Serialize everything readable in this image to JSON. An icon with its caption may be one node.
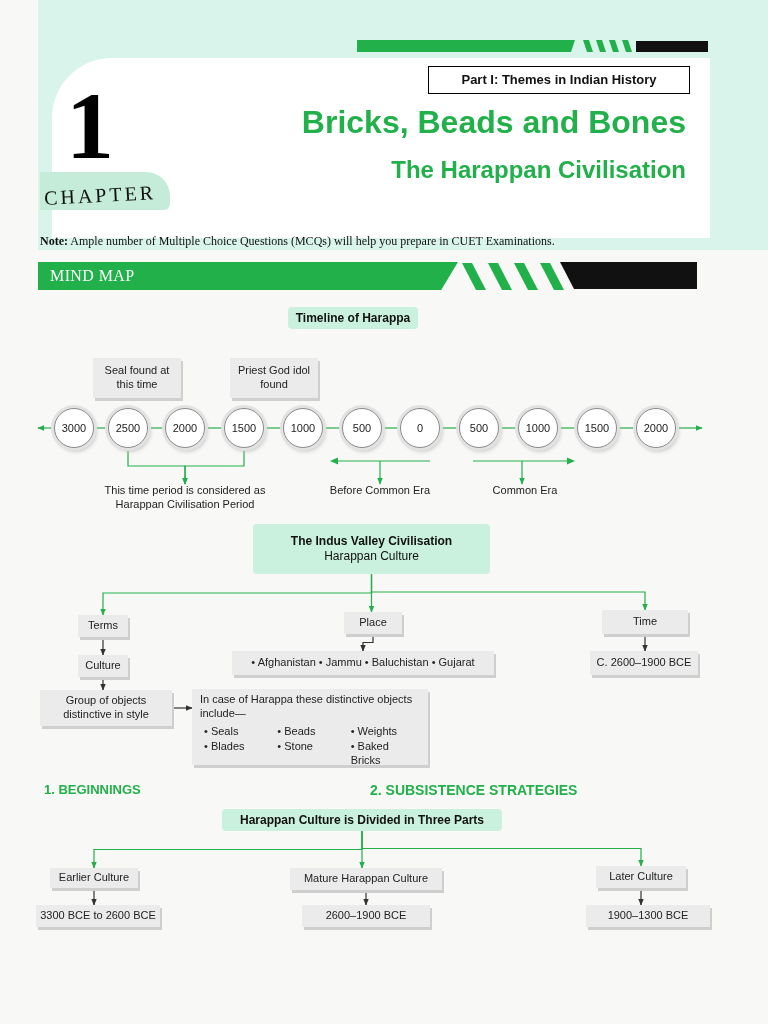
{
  "diagram": {
    "title": "Bricks, Beads and Bones",
    "nodes": [
      {
        "text": [
          "Part I: Themes in Indian History"
        ]
      },
      {
        "text": [
          "MIND MAP"
        ]
      },
      {
        "text": [
          "Timeline of Harappa"
        ]
      },
      {
        "text": [
          "Seal found at this time"
        ]
      },
      {
        "text": [
          "Priest God idol found"
        ]
      },
      {
        "text": [
          "3000"
        ]
      },
      {
        "text": [
          "2500"
        ]
      },
      {
        "text": [
          "2000"
        ]
      },
      {
        "text": [
          "1500"
        ]
      },
      {
        "text": [
          "1000"
        ]
      },
      {
        "text": [
          "500"
        ]
      },
      {
        "text": [
          "0"
        ]
      },
      {
        "text": [
          "500"
        ]
      },
      {
        "text": [
          "1000"
        ]
      },
      {
        "text": [
          "1500"
        ]
      },
      {
        "text": [
          "2000"
        ]
      },
      {
        "text": [
          "This time period is considered as Harappan Civilisation Period"
        ]
      },
      {
        "text": [
          "Before Common Era"
        ]
      },
      {
        "text": [
          "Common Era"
        ]
      },
      {
        "text": [
          "The Indus Valley Civilisation",
          "Harappan Culture"
        ]
      },
      {
        "text": [
          "Terms"
        ]
      },
      {
        "text": [
          "Place"
        ]
      },
      {
        "text": [
          "Time"
        ]
      },
      {
        "text": [
          "Culture"
        ]
      },
      {
        "text": [
          "• Afghanistan • Jammu • Baluchistan • Gujarat"
        ]
      },
      {
        "text": [
          "C. 2600–1900 BCE"
        ]
      },
      {
        "text": [
          "Group of objects distinctive in style"
        ]
      },
      {
        "text": [
          "In case of Harappa these distinctive objects include—",
          "• Seals",
          "• Beads",
          "• Weights",
          "• Blades",
          "• Stone",
          "• Baked Bricks"
        ]
      },
      {
        "text": [
          "Harappan Culture is Divided in Three Parts"
        ]
      },
      {
        "text": [
          "Earlier Culture"
        ]
      },
      {
        "text": [
          "Mature Harappan Culture"
        ]
      },
      {
        "text": [
          "Later Culture"
        ]
      },
      {
        "text": [
          "3300 BCE to 2600 BCE"
        ]
      },
      {
        "text": [
          "2600–1900 BCE"
        ]
      },
      {
        "text": [
          "1900–1300 BCE"
        ]
      }
    ],
    "edges": [
      {
        "from": 5,
        "to": 6,
        "arrow": "none"
      },
      {
        "from": 6,
        "to": 7,
        "arrow": "none"
      },
      {
        "from": 7,
        "to": 8,
        "arrow": "none"
      },
      {
        "from": 8,
        "to": 9,
        "arrow": "none"
      },
      {
        "from": 9,
        "to": 10,
        "arrow": "none"
      },
      {
        "from": 10,
        "to": 11,
        "arrow": "none"
      },
      {
        "from": 11,
        "to": 12,
        "arrow": "none"
      },
      {
        "from": 12,
        "to": 13,
        "arrow": "none"
      },
      {
        "from": 13,
        "to": 14,
        "arrow": "none"
      },
      {
        "from": 14,
        "to": 15,
        "arrow": "none"
      },
      {
        "from": 5,
        "to": null,
        "arrow": "to"
      },
      {
        "from": 15,
        "to": null,
        "arrow": "to"
      },
      {
        "from": 6,
        "to": 16,
        "arrow": "to"
      },
      {
        "from": 8,
        "to": 16,
        "arrow": "to"
      },
      {
        "from": null,
        "to": 17,
        "arrow": "to"
      },
      {
        "from": null,
        "to": 18,
        "arrow": "to"
      },
      {
        "from": 19,
        "to": 20,
        "arrow": "to"
      },
      {
        "from": 19,
        "to": 21,
        "arrow": "to"
      },
      {
        "from": 19,
        "to": 22,
        "arrow": "to"
      },
      {
        "from": 20,
        "to": 23,
        "arrow": "to",
        "color": "#333333"
      },
      {
        "from": 23,
        "to": 26,
        "arrow": "to",
        "color": "#333333"
      },
      {
        "from": 26,
        "to": 27,
        "arrow": "to",
        "color": "#333333"
      },
      {
        "from": 21,
        "to": 24,
        "arrow": "to",
        "color": "#333333"
      },
      {
        "from": 22,
        "to": 25,
        "arrow": "to",
        "color": "#333333"
      },
      {
        "from": 28,
        "to": 29,
        "arrow": "to"
      },
      {
        "from": 28,
        "to": 30,
        "arrow": "to"
      },
      {
        "from": 28,
        "to": 31,
        "arrow": "to"
      },
      {
        "from": 29,
        "to": 32,
        "arrow": "to",
        "color": "#333333"
      },
      {
        "from": 30,
        "to": 33,
        "arrow": "to",
        "color": "#333333"
      },
      {
        "from": 31,
        "to": 34,
        "arrow": "to",
        "color": "#333333"
      }
    ],
    "labels": [
      "1",
      "CHAPTER",
      "The Harappan Civilisation",
      "**Note:** Ample number of Multiple Choice Questions (MCQs) will help you prepare in CUET Examinations.",
      "1. BEGINNINGS",
      "2. SUBSISTENCE STRATEGIES"
    ]
  }
}
